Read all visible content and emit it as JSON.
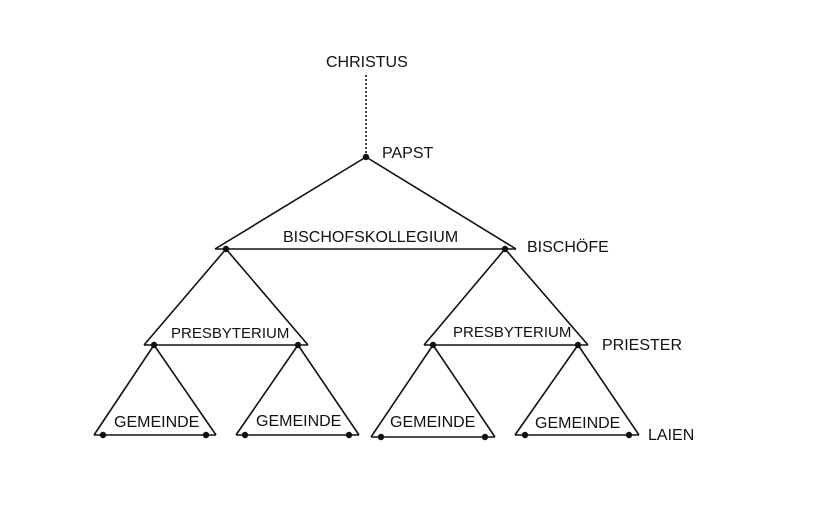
{
  "labels": {
    "christus": "CHRISTUS",
    "papst": "PAPST",
    "bischofskollegium": "BISCHOFSKOLLEGIUM",
    "bischoefe": "BISCHÖFE",
    "presbyterium": "PRESBYTERIUM",
    "priester": "PRIESTER",
    "gemeinde": "GEMEINDE",
    "laien": "LAIEN"
  }
}
